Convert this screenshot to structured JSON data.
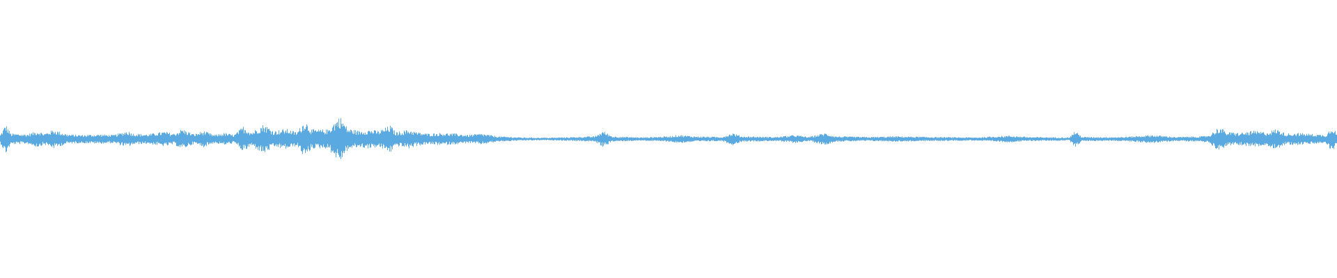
{
  "waveform": {
    "color": "#5aa9e0",
    "background": "#ffffff",
    "duration_fraction_points": [
      [
        0.0,
        0.03
      ],
      [
        0.004,
        0.11
      ],
      [
        0.008,
        0.04
      ],
      [
        0.02,
        0.035
      ],
      [
        0.028,
        0.06
      ],
      [
        0.033,
        0.04
      ],
      [
        0.04,
        0.07
      ],
      [
        0.05,
        0.035
      ],
      [
        0.06,
        0.03
      ],
      [
        0.075,
        0.035
      ],
      [
        0.085,
        0.03
      ],
      [
        0.095,
        0.06
      ],
      [
        0.1,
        0.04
      ],
      [
        0.11,
        0.035
      ],
      [
        0.123,
        0.055
      ],
      [
        0.13,
        0.04
      ],
      [
        0.136,
        0.075
      ],
      [
        0.145,
        0.035
      ],
      [
        0.152,
        0.06
      ],
      [
        0.16,
        0.03
      ],
      [
        0.168,
        0.045
      ],
      [
        0.175,
        0.03
      ],
      [
        0.182,
        0.095
      ],
      [
        0.188,
        0.05
      ],
      [
        0.197,
        0.11
      ],
      [
        0.205,
        0.06
      ],
      [
        0.214,
        0.075
      ],
      [
        0.222,
        0.05
      ],
      [
        0.228,
        0.14
      ],
      [
        0.233,
        0.07
      ],
      [
        0.245,
        0.07
      ],
      [
        0.254,
        0.17
      ],
      [
        0.26,
        0.08
      ],
      [
        0.268,
        0.06
      ],
      [
        0.276,
        0.07
      ],
      [
        0.283,
        0.06
      ],
      [
        0.292,
        0.1
      ],
      [
        0.296,
        0.05
      ],
      [
        0.306,
        0.07
      ],
      [
        0.312,
        0.05
      ],
      [
        0.32,
        0.04
      ],
      [
        0.33,
        0.045
      ],
      [
        0.34,
        0.04
      ],
      [
        0.35,
        0.03
      ],
      [
        0.36,
        0.04
      ],
      [
        0.372,
        0.02
      ],
      [
        0.39,
        0.012
      ],
      [
        0.41,
        0.01
      ],
      [
        0.43,
        0.015
      ],
      [
        0.445,
        0.02
      ],
      [
        0.451,
        0.06
      ],
      [
        0.458,
        0.02
      ],
      [
        0.48,
        0.012
      ],
      [
        0.5,
        0.02
      ],
      [
        0.508,
        0.03
      ],
      [
        0.52,
        0.02
      ],
      [
        0.54,
        0.015
      ],
      [
        0.548,
        0.045
      ],
      [
        0.555,
        0.02
      ],
      [
        0.58,
        0.015
      ],
      [
        0.595,
        0.03
      ],
      [
        0.605,
        0.015
      ],
      [
        0.617,
        0.045
      ],
      [
        0.625,
        0.02
      ],
      [
        0.65,
        0.015
      ],
      [
        0.67,
        0.02
      ],
      [
        0.7,
        0.015
      ],
      [
        0.73,
        0.012
      ],
      [
        0.755,
        0.025
      ],
      [
        0.77,
        0.015
      ],
      [
        0.8,
        0.012
      ],
      [
        0.804,
        0.06
      ],
      [
        0.81,
        0.015
      ],
      [
        0.84,
        0.015
      ],
      [
        0.862,
        0.03
      ],
      [
        0.88,
        0.015
      ],
      [
        0.9,
        0.02
      ],
      [
        0.905,
        0.03
      ],
      [
        0.912,
        0.09
      ],
      [
        0.918,
        0.05
      ],
      [
        0.928,
        0.045
      ],
      [
        0.938,
        0.06
      ],
      [
        0.948,
        0.05
      ],
      [
        0.955,
        0.075
      ],
      [
        0.962,
        0.04
      ],
      [
        0.97,
        0.045
      ],
      [
        0.978,
        0.04
      ],
      [
        0.985,
        0.035
      ],
      [
        0.992,
        0.03
      ],
      [
        0.997,
        0.1
      ],
      [
        1.0,
        0.04
      ]
    ]
  }
}
